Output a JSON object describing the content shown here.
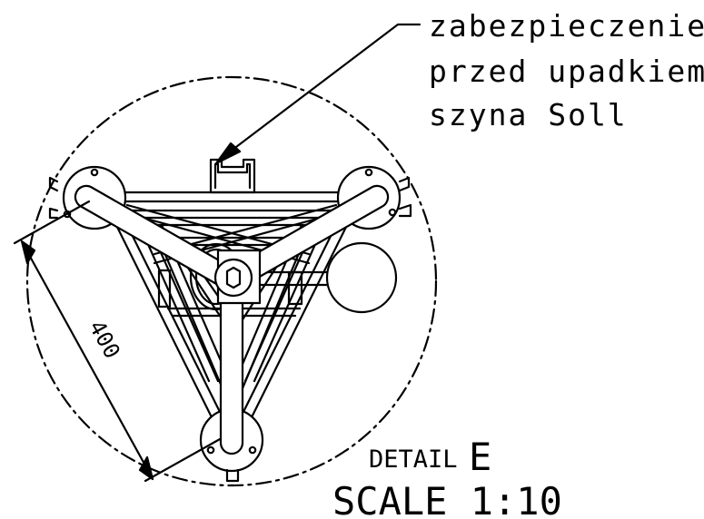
{
  "callout": {
    "line1": "zabezpieczenie",
    "line2": "przed upadkiem",
    "line3": "szyna Soll"
  },
  "dimension": {
    "value": "400"
  },
  "detail": {
    "prefix": "DETAIL",
    "letter": "E"
  },
  "scale": {
    "text": "SCALE 1:10"
  }
}
